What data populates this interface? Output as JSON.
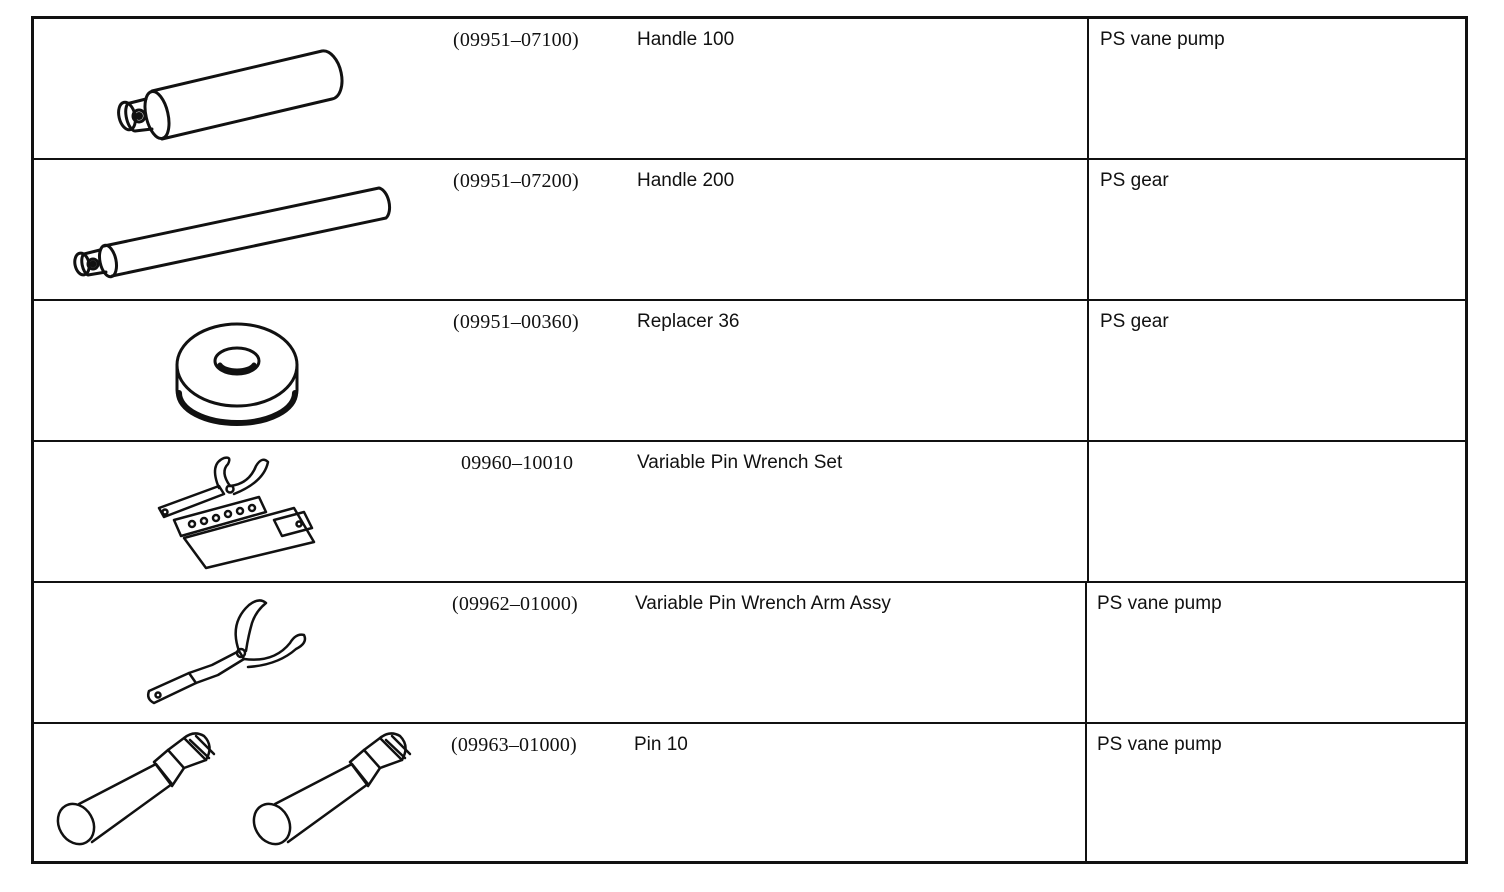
{
  "tools": [
    {
      "part_number": "(09951–07100)",
      "name": "Handle 100",
      "usage": "PS vane pump",
      "illustration": "short-handle-icon"
    },
    {
      "part_number": "(09951–07200)",
      "name": "Handle 200",
      "usage": "PS gear",
      "illustration": "long-handle-icon"
    },
    {
      "part_number": "(09951–00360)",
      "name": "Replacer 36",
      "usage": "PS gear",
      "illustration": "ring-replacer-icon"
    },
    {
      "part_number": "09960–10010",
      "name": "Variable Pin Wrench Set",
      "usage": "",
      "illustration": "pin-wrench-set-icon"
    },
    {
      "part_number": "(09962–01000)",
      "name": "Variable Pin Wrench Arm Assy",
      "usage": "PS vane pump",
      "illustration": "pin-wrench-arm-icon"
    },
    {
      "part_number": "(09963–01000)",
      "name": "Pin 10",
      "usage": "PS vane pump",
      "illustration": "pin-pair-icon"
    }
  ]
}
